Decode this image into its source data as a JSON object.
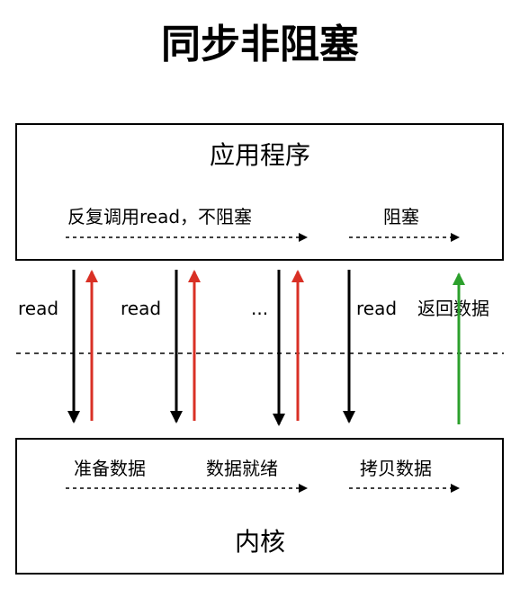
{
  "title": "同步非阻塞",
  "app": {
    "title": "应用程序",
    "phase1": "反复调用read，不阻塞",
    "phase2": "阻塞"
  },
  "kernel": {
    "title": "内核",
    "phase1": "准备数据",
    "phase2": "数据就绪",
    "phase3": "拷贝数据"
  },
  "calls": {
    "read1": "read",
    "read2": "read",
    "ellipsis": "...",
    "read3": "read",
    "return_data": "返回数据"
  },
  "colors": {
    "call_arrow": "#000000",
    "not_ready_arrow": "#d93025",
    "return_arrow": "#2ca02c",
    "dashed": "#000000"
  }
}
